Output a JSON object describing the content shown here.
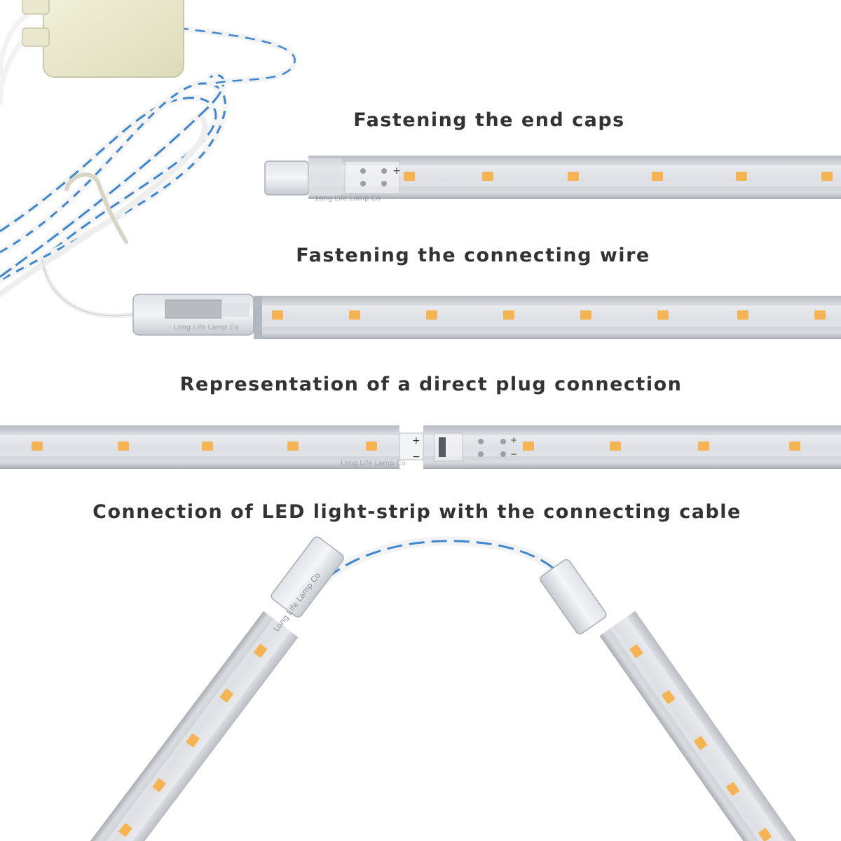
{
  "captions": {
    "end_caps": "Fastening the end caps",
    "connecting_wire": "Fastening the connecting wire",
    "direct_plug": "Representation of a direct plug connection",
    "light_strip_cable": "Connection of LED light-strip with the connecting cable"
  },
  "printed_marks": {
    "brand": "Long Life Lamp Co",
    "plus": "+",
    "minus": "−"
  },
  "colors": {
    "caption_text": "#333333",
    "led_chip": "#f5b451",
    "wire_blue": "#3f87cf",
    "wire_white": "#f4f4f4",
    "aluminum": "#c9cdd3",
    "driver_box": "#ecebcf"
  }
}
